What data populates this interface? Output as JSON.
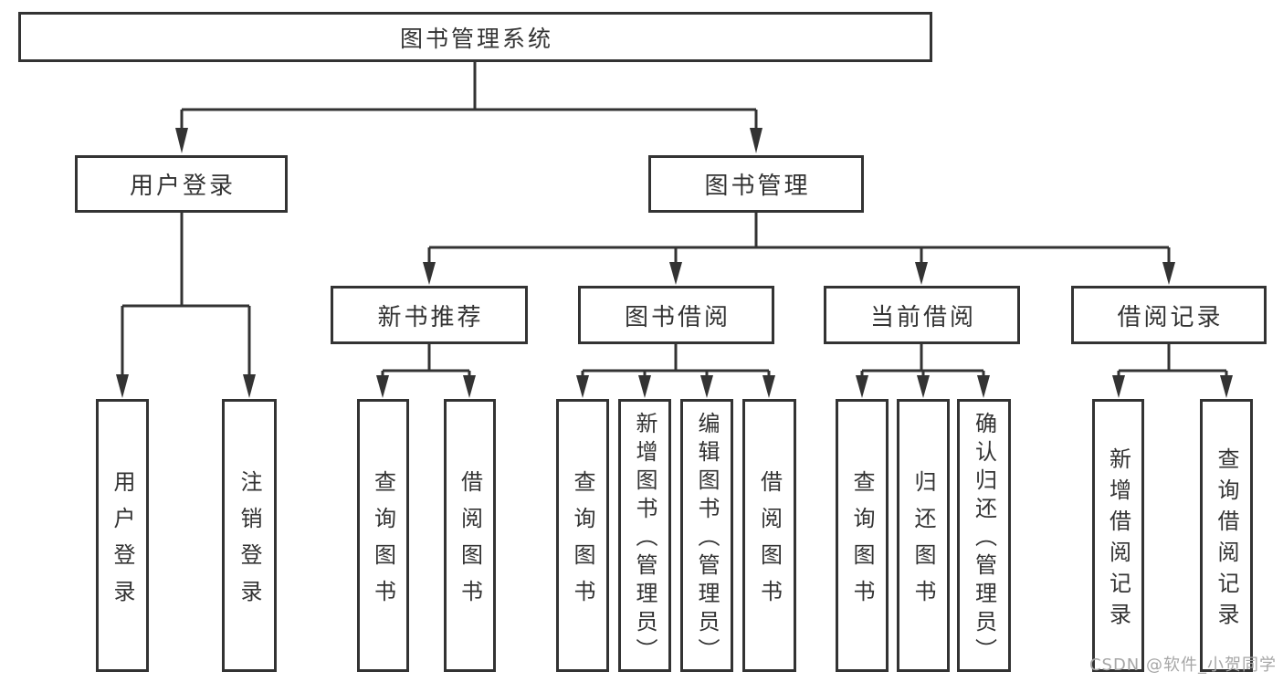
{
  "diagram": {
    "root": {
      "label": "图书管理系统"
    },
    "level2": {
      "user_login": {
        "label": "用户登录"
      },
      "book_management": {
        "label": "图书管理"
      }
    },
    "level3": {
      "new_book_recommend": {
        "label": "新书推荐"
      },
      "book_borrow": {
        "label": "图书借阅"
      },
      "current_borrow": {
        "label": "当前借阅"
      },
      "borrow_record": {
        "label": "借阅记录"
      }
    },
    "leaves": {
      "user_login": [
        "用户登录",
        "注销登录"
      ],
      "new_book_recommend": [
        "查询图书",
        "借阅图书"
      ],
      "book_borrow": [
        "查询图书",
        "新增图书（管理员）",
        "编辑图书（管理员）",
        "借阅图书"
      ],
      "current_borrow": [
        "查询图书",
        "归还图书",
        "确认归还（管理员）"
      ],
      "borrow_record": [
        "新增借阅记录",
        "查询借阅记录"
      ]
    },
    "watermark": "CSDN @软件_小贺同学",
    "colors": {
      "line": "#333333",
      "box_border": "#333333",
      "box_fill": "#ffffff",
      "text": "#333333",
      "watermark": "#a6a6a6"
    }
  }
}
